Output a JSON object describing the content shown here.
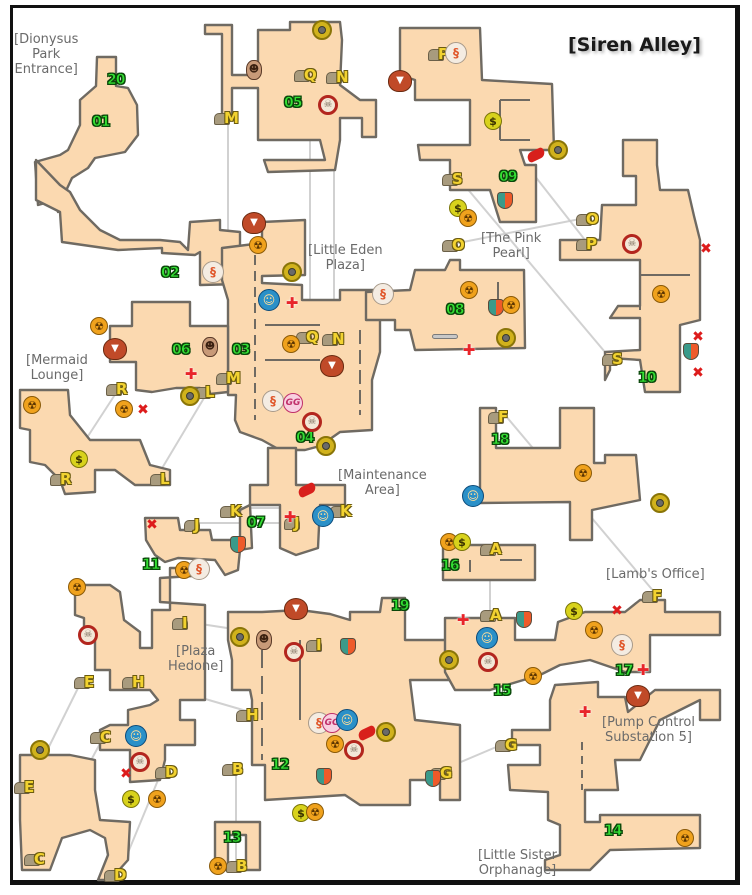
{
  "title": "[Siren Alley]",
  "colors": {
    "room_fill": "#fbd9b0",
    "room_stroke": "#6f6a62",
    "room_number": "#33e033",
    "warp_letter": "#f2d230",
    "label_text": "#6a6a6a"
  },
  "area_labels": [
    {
      "id": "dionysus",
      "text": [
        "[Dionysus",
        "Park",
        "Entrance]"
      ]
    },
    {
      "id": "little-eden",
      "text": [
        "[Little Eden",
        "Plaza]"
      ]
    },
    {
      "id": "pink-pearl",
      "text": [
        "[The Pink",
        "Pearl]"
      ]
    },
    {
      "id": "mermaid",
      "text": [
        "[Mermaid",
        "Lounge]"
      ]
    },
    {
      "id": "maintenance",
      "text": [
        "[Maintenance",
        "Area]"
      ]
    },
    {
      "id": "lambs-office",
      "text": [
        "[Lamb's Office]"
      ]
    },
    {
      "id": "plaza-hedone",
      "text": [
        "[Plaza",
        "Hedone]"
      ]
    },
    {
      "id": "pump-control",
      "text": [
        "[Pump Control",
        "Substation 5]"
      ]
    },
    {
      "id": "orphanage",
      "text": [
        "[Little Sister",
        "Orphanage]"
      ]
    }
  ],
  "room_numbers": [
    "01",
    "02",
    "03",
    "04",
    "05",
    "06",
    "07",
    "08",
    "09",
    "10",
    "11",
    "12",
    "13",
    "14",
    "15",
    "16",
    "17",
    "18",
    "19",
    "20"
  ],
  "warp_letters": [
    "A",
    "A",
    "B",
    "B",
    "C",
    "C",
    "D",
    "D",
    "E",
    "E",
    "F",
    "F",
    "G",
    "G",
    "H",
    "H",
    "I",
    "I",
    "J",
    "J",
    "K",
    "K",
    "L",
    "L",
    "M",
    "M",
    "N",
    "N",
    "O",
    "O",
    "P",
    "P",
    "Q",
    "Q",
    "R",
    "R",
    "S",
    "S"
  ],
  "legend_icon_types": {
    "ammo": "ammo-icon",
    "money": "money-icon",
    "skull": "skull-icon",
    "ring": "vending-ring-icon",
    "dna": "gene-tonic-icon",
    "gg": "gatherers-garden-icon",
    "clown": "circus-of-values-icon",
    "face": "audio-diary-face-icon",
    "hat": "big-daddy-icon",
    "med": "health-station-icon",
    "shield": "power-to-the-people-icon",
    "tool": "research-tool-icon",
    "redtool": "red-tool-icon",
    "bar": "security-bar-icon"
  },
  "glyphs": {
    "ammo": "☢",
    "money": "$",
    "skull": "☠",
    "dna": "§",
    "gg": "GG",
    "clown": "☺",
    "face": "☻",
    "hat": "▼",
    "med": "✚",
    "tool": "✖"
  }
}
